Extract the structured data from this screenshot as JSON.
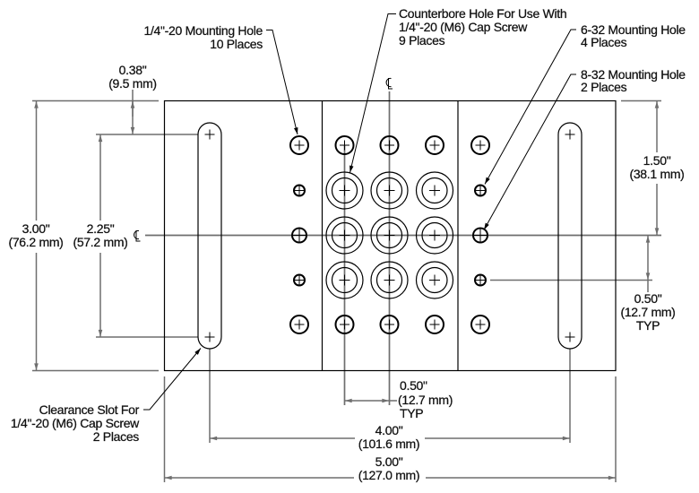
{
  "colors": {
    "outline": "#000000",
    "dimension": "#6e6e6e",
    "text": "#111111",
    "background": "#ffffff"
  },
  "callouts": {
    "quarter20_hole": {
      "line1": "1/4\"-20 Mounting Hole",
      "line2": "10 Places"
    },
    "counterbore": {
      "line1": "Counterbore Hole For Use With",
      "line2": "1/4\"-20 (M6) Cap Screw",
      "line3": "9 Places"
    },
    "hole_6_32": {
      "line1": "6-32 Mounting Hole",
      "line2": "4 Places"
    },
    "hole_8_32": {
      "line1": "8-32 Mounting Hole",
      "line2": "2 Places"
    },
    "clearance_slot": {
      "line1": "Clearance Slot For",
      "line2": "1/4\"-20 (M6) Cap Screw",
      "line3": "2 Places"
    }
  },
  "dimensions": {
    "slot_offset": {
      "inch": "0.38\"",
      "mm": "(9.5 mm)"
    },
    "plate_height": {
      "inch": "3.00\"",
      "mm": "(76.2 mm)"
    },
    "slot_length": {
      "inch": "2.25\"",
      "mm": "(57.2 mm)"
    },
    "half_height": {
      "inch": "1.50\"",
      "mm": "(38.1 mm)"
    },
    "pitch_vertical": {
      "inch": "0.50\"",
      "mm": "(12.7 mm)",
      "note": "TYP"
    },
    "pitch_horizontal": {
      "inch": "0.50\"",
      "mm": "(12.7 mm)",
      "note": "TYP"
    },
    "slot_spacing": {
      "inch": "4.00\"",
      "mm": "(101.6 mm)"
    },
    "plate_width": {
      "inch": "5.00\"",
      "mm": "(127.0 mm)"
    }
  },
  "symbols": {
    "centerline": "centerline-icon"
  },
  "hole_grid": {
    "rows": [
      [
        "1/4-20",
        "1/4-20",
        "1/4-20",
        "1/4-20",
        "1/4-20"
      ],
      [
        "6-32",
        "counterbore",
        "counterbore",
        "counterbore",
        "6-32"
      ],
      [
        "8-32",
        "counterbore",
        "counterbore",
        "counterbore",
        "8-32"
      ],
      [
        "6-32",
        "counterbore",
        "counterbore",
        "counterbore",
        "6-32"
      ],
      [
        "1/4-20",
        "1/4-20",
        "1/4-20",
        "1/4-20",
        "1/4-20"
      ]
    ]
  }
}
